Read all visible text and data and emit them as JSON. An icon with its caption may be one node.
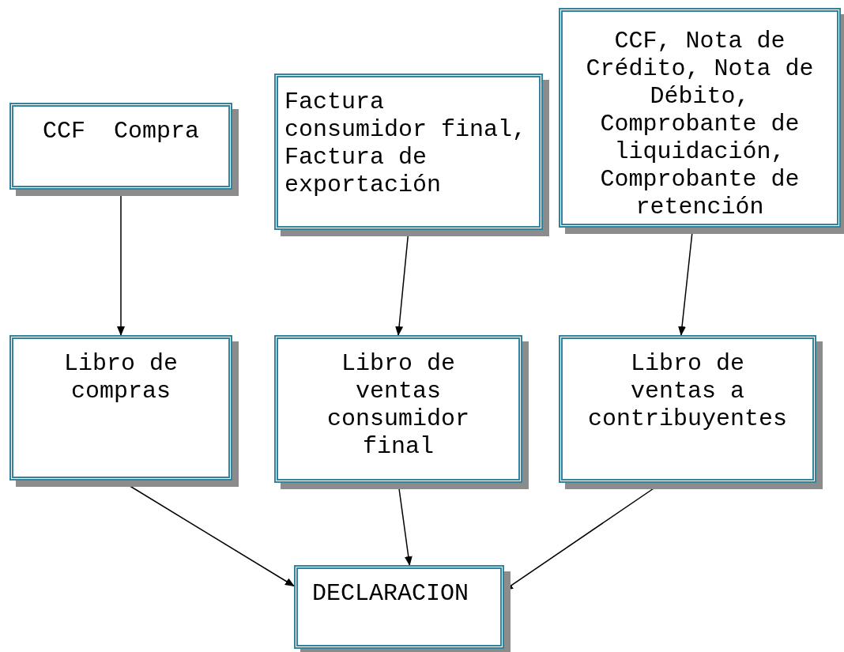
{
  "diagram": {
    "nodes": [
      {
        "text": [
          "CCF  Compra"
        ]
      },
      {
        "text": [
          "Factura consumidor final, Factura de exportación"
        ]
      },
      {
        "text": [
          "CCF, Nota de Crédito, Nota de Débito, Comprobante de liquidación, Comprobante de retención"
        ]
      },
      {
        "text": [
          "Libro de compras"
        ]
      },
      {
        "text": [
          "Libro de ventas consumidor final"
        ]
      },
      {
        "text": [
          "Libro de ventas a contribuyentes"
        ]
      },
      {
        "text": [
          "DECLARACION"
        ]
      }
    ],
    "edges": [
      {
        "from": 0,
        "to": 3,
        "arrow": "to"
      },
      {
        "from": 1,
        "to": 4,
        "arrow": "to"
      },
      {
        "from": 2,
        "to": 5,
        "arrow": "to"
      },
      {
        "from": 3,
        "to": 6,
        "arrow": "to"
      },
      {
        "from": 4,
        "to": 6,
        "arrow": "to"
      },
      {
        "from": 5,
        "to": 6,
        "arrow": "to"
      }
    ]
  }
}
